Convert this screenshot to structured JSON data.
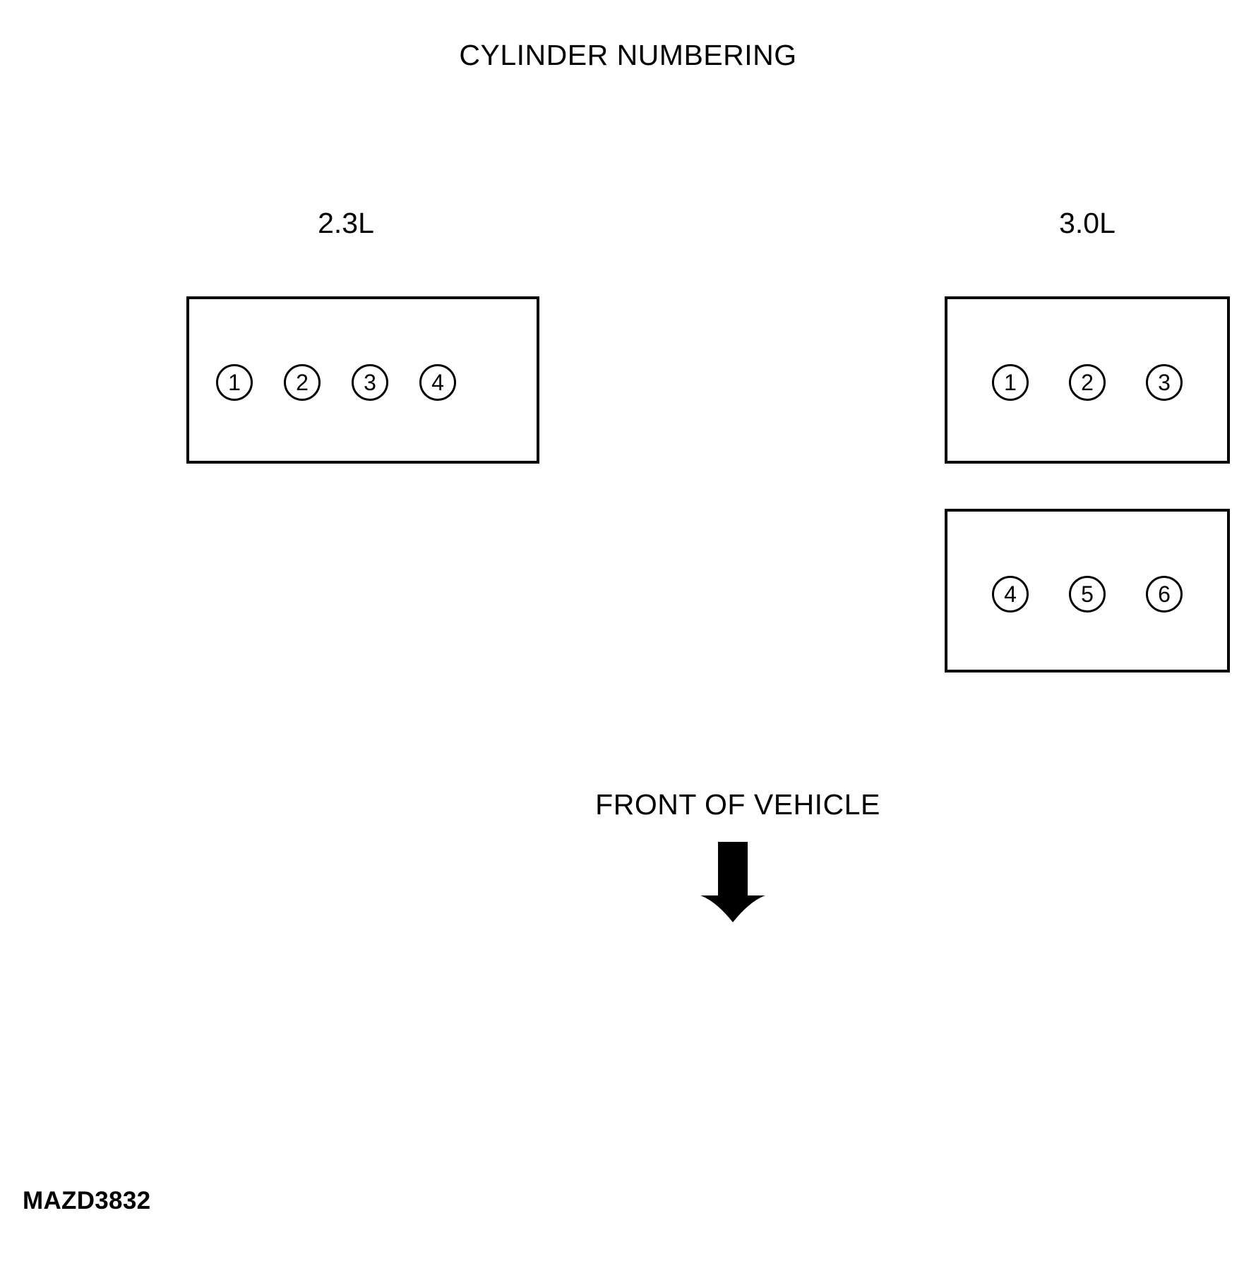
{
  "diagram": {
    "title": "CYLINDER NUMBERING",
    "drawing_code": "MAZD3832",
    "direction_label": "FRONT OF VEHICLE",
    "direction_arrow": "down-arrow-icon",
    "line_color": "#000000",
    "background_color": "#ffffff"
  },
  "engines": [
    {
      "label": "2.3L",
      "banks": [
        {
          "name": "inline-four",
          "cylinders": [
            "1",
            "2",
            "3",
            "4"
          ]
        }
      ]
    },
    {
      "label": "3.0L",
      "banks": [
        {
          "name": "bank-a",
          "cylinders": [
            "1",
            "2",
            "3"
          ]
        },
        {
          "name": "bank-b",
          "cylinders": [
            "4",
            "5",
            "6"
          ]
        }
      ]
    }
  ]
}
